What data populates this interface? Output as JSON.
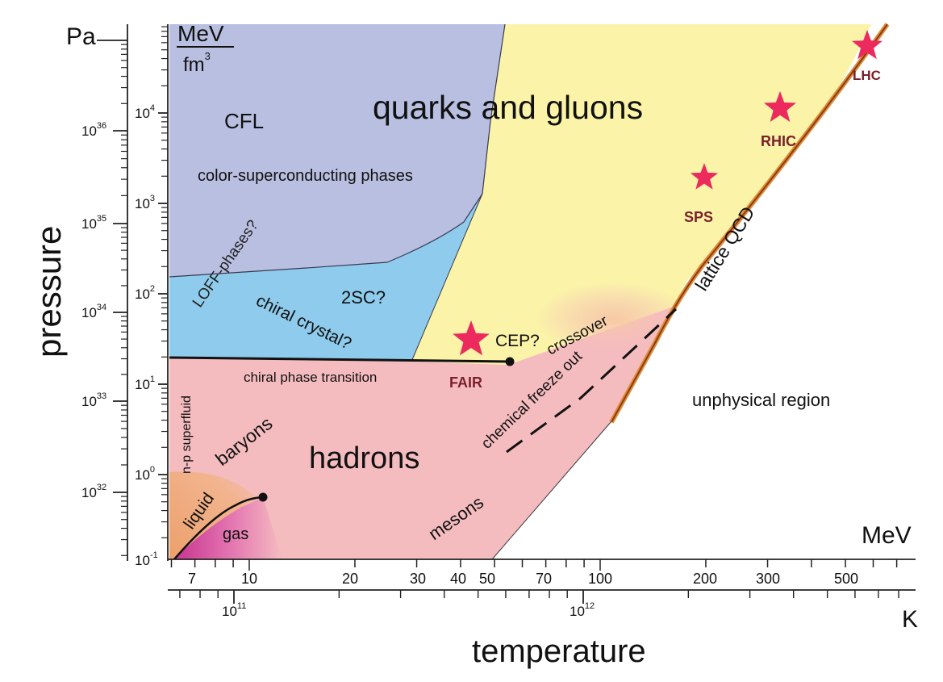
{
  "axes": {
    "ylabel": "pressure",
    "xlabel": "temperature",
    "left_unit": "Pa",
    "inner_unit_num": "MeV",
    "inner_unit_den": "fm",
    "inner_unit_exp": "3",
    "mev_unit": "MeV",
    "k_unit": "K",
    "pa_ticks": [
      {
        "base": "10",
        "exp": "36"
      },
      {
        "base": "10",
        "exp": "35"
      },
      {
        "base": "10",
        "exp": "34"
      },
      {
        "base": "10",
        "exp": "33"
      },
      {
        "base": "10",
        "exp": "32"
      }
    ],
    "mev_fm3_ticks": [
      {
        "base": "10",
        "exp": "4"
      },
      {
        "base": "10",
        "exp": "3"
      },
      {
        "base": "10",
        "exp": "2"
      },
      {
        "base": "10",
        "exp": "1"
      },
      {
        "base": "10",
        "exp": "0"
      },
      {
        "base": "10",
        "exp": "-1"
      }
    ],
    "mev_ticks": [
      "7",
      "10",
      "20",
      "30",
      "40",
      "50",
      "70",
      "100",
      "200",
      "300",
      "500"
    ],
    "k_ticks": [
      {
        "base": "10",
        "exp": "11"
      },
      {
        "base": "10",
        "exp": "12"
      }
    ]
  },
  "regions": {
    "quarks_gluons": "quarks and gluons",
    "cfl": "CFL",
    "color_sc": "color-superconducting phases",
    "loff": "LOFF-phases?",
    "two_sc": "2SC?",
    "chiral_crystal": "chiral crystal?",
    "chiral_transition": "chiral phase transition",
    "np_superfluid": "n-p superfluid",
    "baryons": "baryons",
    "hadrons": "hadrons",
    "liquid": "liquid",
    "gas": "gas",
    "mesons": "mesons",
    "unphysical": "unphysical region",
    "chem_freeze": "chemical freeze out",
    "crossover": "crossover",
    "cep": "CEP?",
    "lattice": "lattice QCD"
  },
  "experiments": {
    "fair": "FAIR",
    "sps": "SPS",
    "rhic": "RHIC",
    "lhc": "LHC"
  },
  "colors": {
    "quark_gluon": "#fbf3a8",
    "color_sc": "#b9bfe1",
    "chiral_crystal": "#8ecbec",
    "hadron": "#f5bcc0",
    "liquid": "#eea878",
    "gas": "#d0409a",
    "star": "#ec2a5e",
    "lattice_line": "#c7661d",
    "experiment_text": "#7a1f2a"
  }
}
